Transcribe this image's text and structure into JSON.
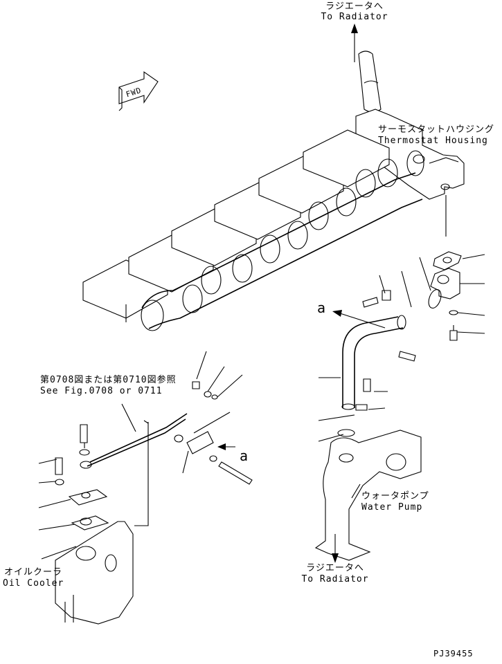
{
  "labels": {
    "radiator_top_jp": "ラジエータへ",
    "radiator_top_en": "To Radiator",
    "thermostat_jp": "サーモスタットハウジング",
    "thermostat_en": "Thermostat Housing",
    "fwd": "FWD",
    "callout_a_upper": "a",
    "callout_a_lower": "a",
    "see_fig_jp": "第0708図または第0710図参照",
    "see_fig_en": "See Fig.0708 or 0711",
    "water_pump_jp": "ウォータポンプ",
    "water_pump_en": "Water Pump",
    "oil_cooler_jp": "オイルクーラ",
    "oil_cooler_en": "Oil Cooler",
    "radiator_bottom_jp": "ラジエータへ",
    "radiator_bottom_en": "To Radiator",
    "drawing_id": "PJ39455"
  },
  "colors": {
    "ink": "#000000",
    "paper": "#ffffff"
  }
}
